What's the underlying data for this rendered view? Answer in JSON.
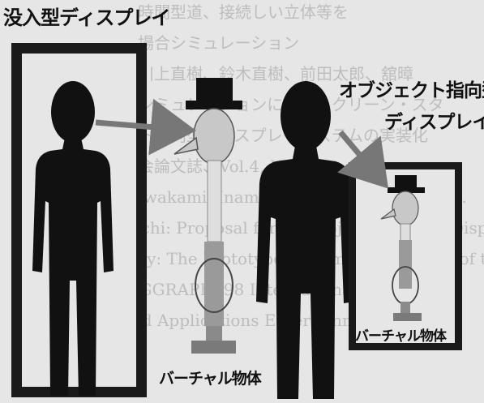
{
  "labels": {
    "immersive_display": "没入型ディスプレイ",
    "object_oriented_display_line1": "オブジェクト指向型",
    "object_oriented_display_line2": "ディスプレイ",
    "virtual_object_main": "バーチャル物体",
    "virtual_object_in_display": "バーチャル物体"
  },
  "background_text_lines": [
    "時間型道、接続しい立体等を",
    "場合シミュレーション",
    "川上直樹、鈴木直樹、前田太郎、舘暲",
    "シミュレーションによるスクリーン・スタ",
    "ト指向型ディスプレイシステムの実装化",
    "会論文誌、Vol.4, No. 2",
    "Kawakami, Inami, M., Maeda, T., Tachi, S.",
    "Tachi: Proposal for the Object-Oriented Display",
    "play: The Prototype and Implementation of the",
    "SIGGRAPH '98 International Conference",
    "and Applications Entertainment, p.62"
  ],
  "colors": {
    "background": "#e6e6e6",
    "figure": "#111111",
    "object_face": "#c8c8c8",
    "object_body": "#9a9a9a",
    "arrow": "#777777"
  }
}
